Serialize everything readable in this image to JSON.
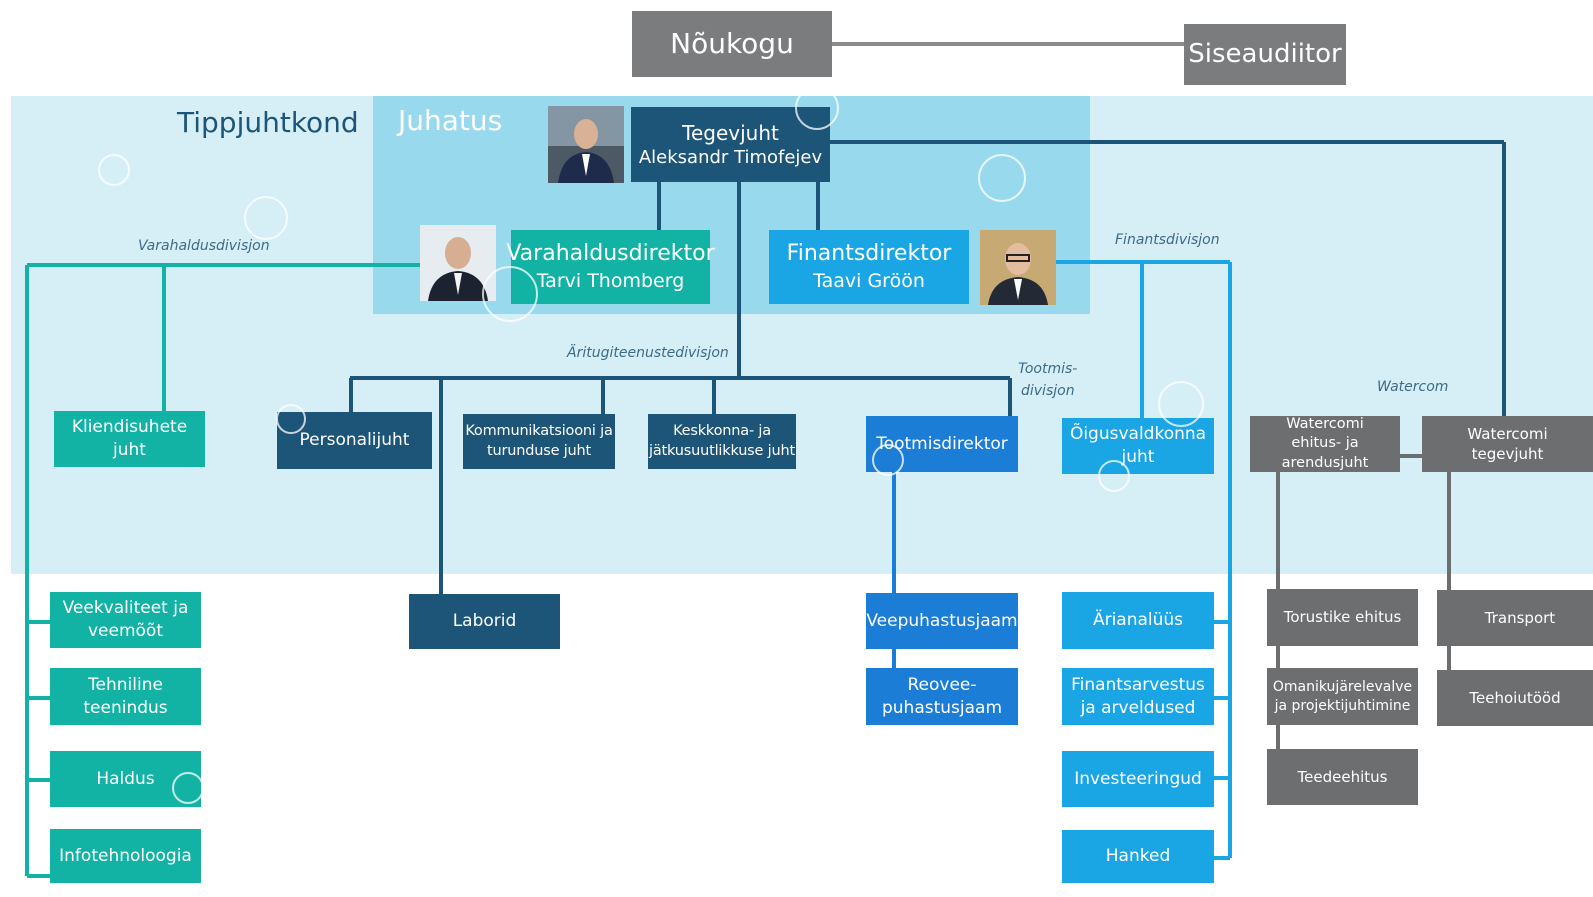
{
  "board": {
    "title": "Nõukogu"
  },
  "auditor": {
    "title": "Siseaudiitor"
  },
  "section_labels": {
    "top_management": "Tippjuhtkond",
    "management_board": "Juhatus"
  },
  "ceo": {
    "role": "Tegevjuht",
    "name": "Aleksandr Timofejev"
  },
  "asset_director": {
    "role": "Varahaldusdirektor",
    "name": "Tarvi Thomberg"
  },
  "cfo": {
    "role": "Finantsdirektor",
    "name": "Taavi Gröön"
  },
  "divisions": {
    "asset": "Varahaldusdivisjon",
    "finance": "Finantsdivisjon",
    "business_services": "Äritugiteenustedivisjon",
    "production_line1": "Tootmis-",
    "production_line2": "divisjon",
    "watercom": "Watercom"
  },
  "asset_division": {
    "client_relations": {
      "line1": "Kliendisuhete",
      "line2": "juht"
    },
    "units": [
      {
        "line1": "Veekvaliteet ja",
        "line2": "veemõõt"
      },
      {
        "line1": "Tehniline",
        "line2": "teenindus"
      },
      {
        "line1": "Haldus",
        "line2": ""
      },
      {
        "line1": "Infotehnoloogia",
        "line2": ""
      }
    ]
  },
  "business_services": {
    "hr": "Personalijuht",
    "comms": {
      "line1": "Kommunikatsiooni ja",
      "line2": "turunduse juht"
    },
    "environment": {
      "line1": "Keskkonna- ja",
      "line2": "jätkusuutlikkuse juht"
    },
    "labs": "Laborid"
  },
  "production": {
    "director": "Tootmisdirektor",
    "units": [
      {
        "line1": "Veepuhastusjaam",
        "line2": ""
      },
      {
        "line1": "Reovee-",
        "line2": "puhastusjaam"
      }
    ]
  },
  "finance_division": {
    "legal": {
      "line1": "Õigusvaldkonna",
      "line2": "juht"
    },
    "units": [
      {
        "line1": "Ärianalüüs",
        "line2": ""
      },
      {
        "line1": "Finantsarvestus",
        "line2": "ja arveldused"
      },
      {
        "line1": "Investeeringud",
        "line2": ""
      },
      {
        "line1": "Hanked",
        "line2": ""
      }
    ]
  },
  "watercom": {
    "construction_head": {
      "line1": "Watercomi",
      "line2": "ehitus- ja arendusjuht"
    },
    "ceo": {
      "line1": "Watercomi",
      "line2": "tegevjuht"
    },
    "construction_units": [
      {
        "line1": "Torustike ehitus",
        "line2": ""
      },
      {
        "line1": "Omanikujärelevalve",
        "line2": "ja projektijuhtimine"
      },
      {
        "line1": "Teedeehitus",
        "line2": ""
      }
    ],
    "ops_units": [
      {
        "line1": "Transport",
        "line2": ""
      },
      {
        "line1": "Teehoiutööd",
        "line2": ""
      }
    ]
  },
  "colors": {
    "navy": "#1c5577",
    "teal": "#12b3a4",
    "blue": "#1aa5e5",
    "mid_blue": "#1b7dd6",
    "gray": "#6d6e70",
    "light_band": "#d6eff7",
    "juhatus_band": "#99d9ee"
  }
}
